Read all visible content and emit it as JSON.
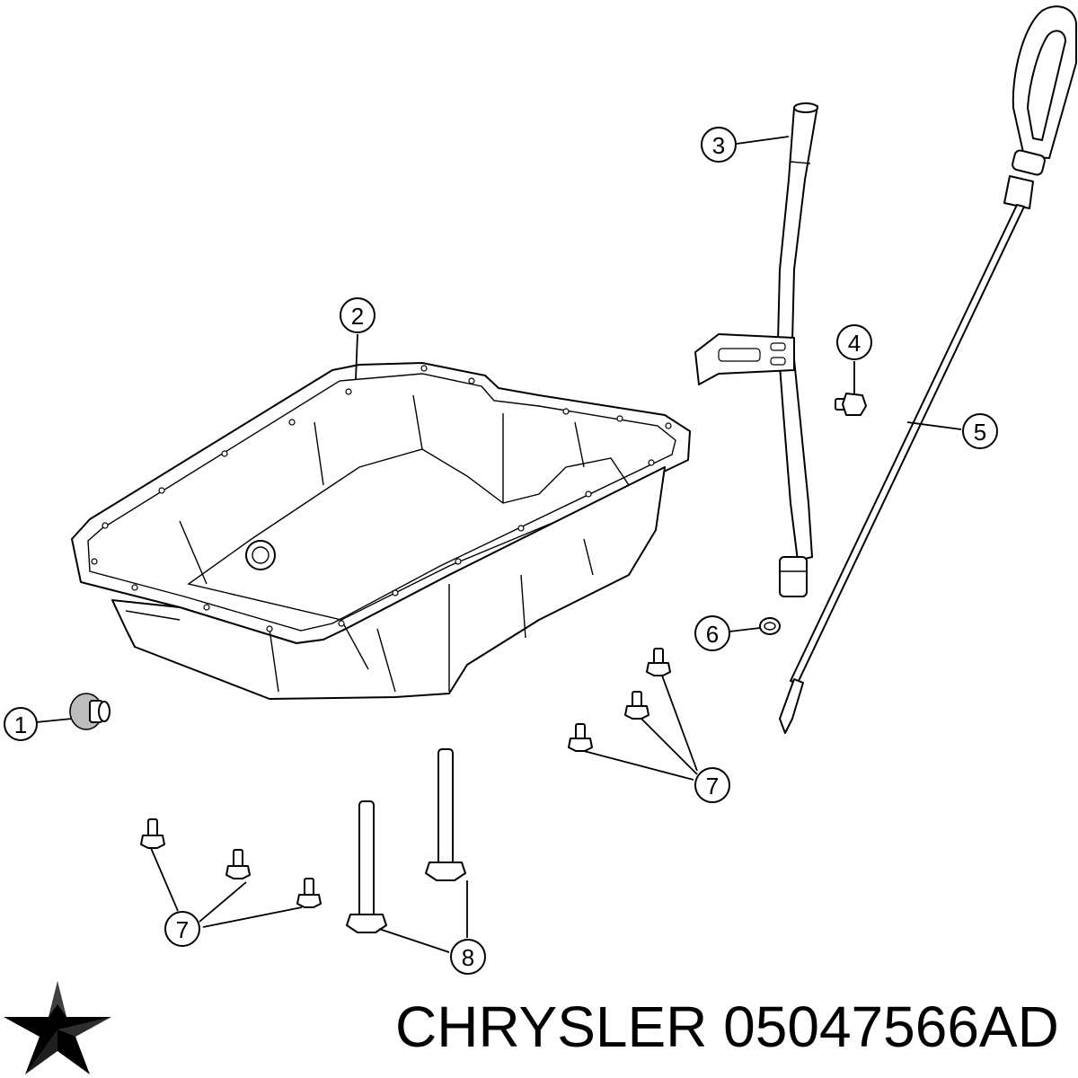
{
  "brand": {
    "name": "CHRYSLER",
    "part_number": "05047566AD",
    "logo_icon": "pentastar-logo-icon"
  },
  "callouts": [
    {
      "id": "c1",
      "label": "1"
    },
    {
      "id": "c2",
      "label": "2"
    },
    {
      "id": "c3",
      "label": "3"
    },
    {
      "id": "c4",
      "label": "4"
    },
    {
      "id": "c5",
      "label": "5"
    },
    {
      "id": "c6",
      "label": "6"
    },
    {
      "id": "c7a",
      "label": "7"
    },
    {
      "id": "c7b",
      "label": "7"
    },
    {
      "id": "c8",
      "label": "8"
    }
  ],
  "colors": {
    "line": "#000000",
    "shade": "#bdbdbd",
    "background": "#ffffff"
  }
}
